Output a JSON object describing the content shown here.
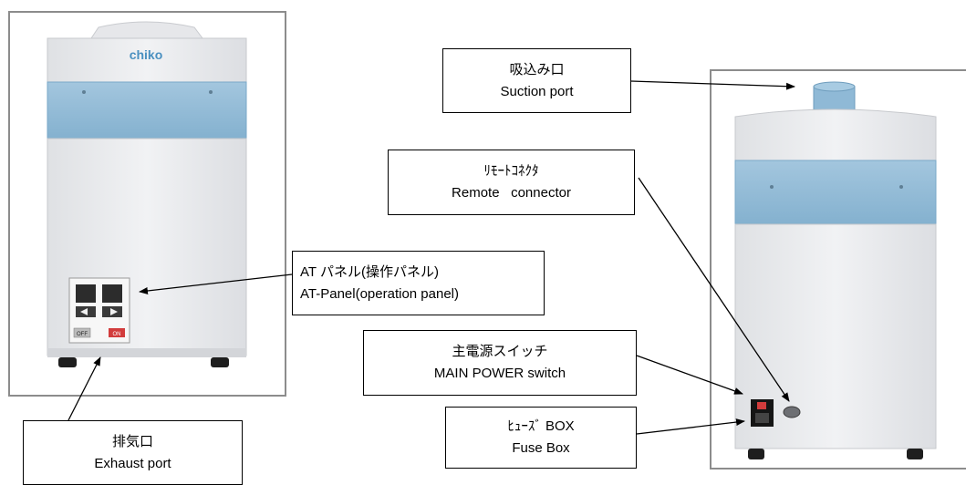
{
  "product": {
    "brand_logo": "chiko"
  },
  "callouts": {
    "suction_port": {
      "label_ja": "吸込み口",
      "label_en": "Suction port"
    },
    "remote_connector": {
      "label_ja": "ﾘﾓｰﾄｺﾈｸﾀ",
      "label_en": "Remote   connector"
    },
    "at_panel": {
      "label_ja": "AT パネル(操作パネル)",
      "label_en": "AT-Panel(operation panel)"
    },
    "main_power_switch": {
      "label_ja": "主電源スイッチ",
      "label_en": "MAIN POWER switch"
    },
    "fuse_box": {
      "label_ja": "ﾋｭｰｽﾞ BOX",
      "label_en": "Fuse Box"
    },
    "exhaust_port": {
      "label_ja": "排気口",
      "label_en": "Exhaust port"
    }
  },
  "panel": {
    "off_label": "OFF",
    "on_label": "ON"
  },
  "colors": {
    "housing": "#ecedef",
    "housing_shadow": "#d6d8dc",
    "band": "#8fb9d6",
    "band_dark": "#7aa8c8",
    "logo": "#4a90c0",
    "frame_border": "#8c8c8c",
    "feet": "#1e1e1e",
    "power_switch_red": "#d23c3c"
  }
}
